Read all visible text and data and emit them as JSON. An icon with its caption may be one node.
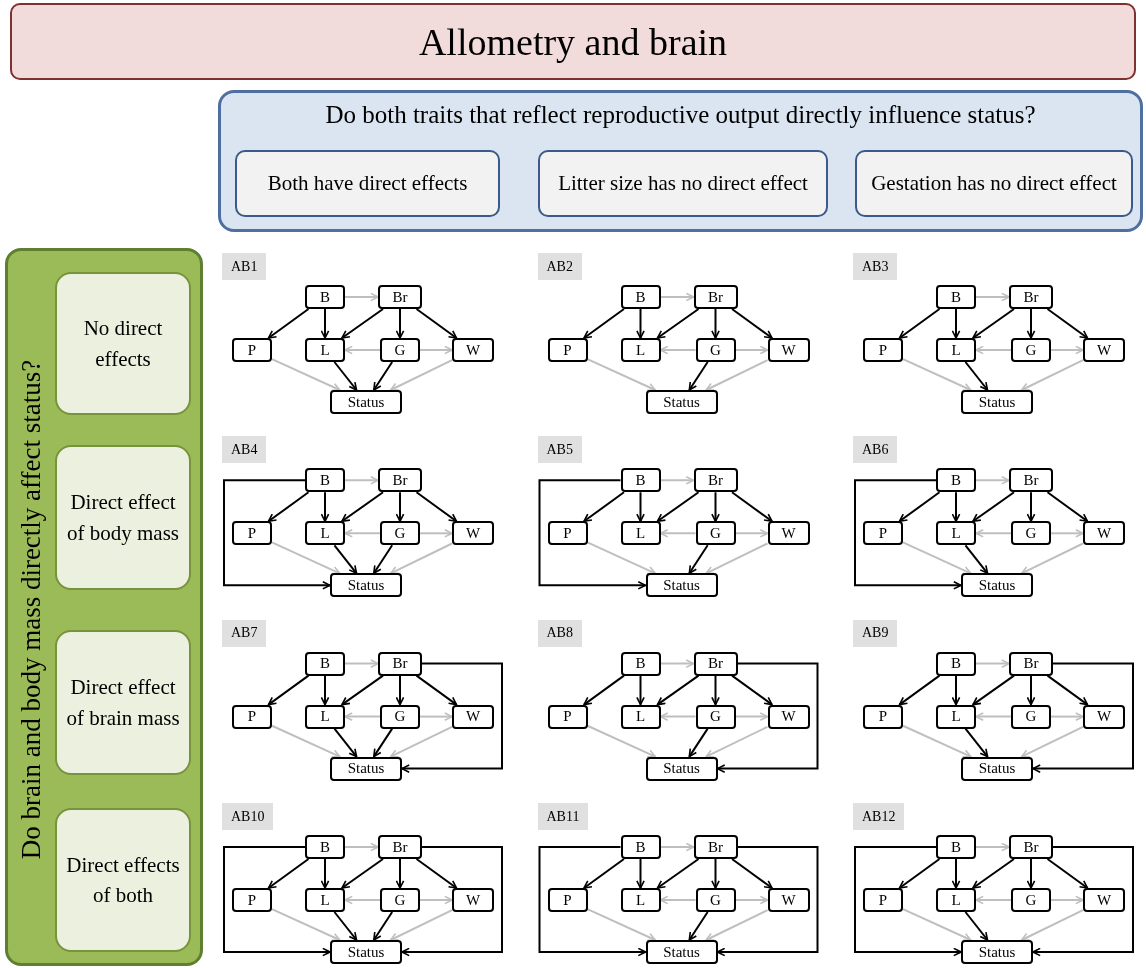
{
  "diagram": {
    "title": "Allometry and brain",
    "nodes": [
      {
        "text": [
          "Do both traits that reflect reproductive output directly influence status?"
        ]
      },
      {
        "text": [
          "Both have direct effects"
        ],
        "in": 0
      },
      {
        "text": [
          "Litter size has no direct effect"
        ],
        "in": 0
      },
      {
        "text": [
          "Gestation has no direct effect"
        ],
        "in": 0
      },
      {
        "text": [
          "Do brain and body mass directly affect status?"
        ]
      },
      {
        "text": [
          "No direct effects"
        ],
        "in": 4
      },
      {
        "text": [
          "Direct effect of body mass"
        ],
        "in": 4
      },
      {
        "text": [
          "Direct effect of brain mass"
        ],
        "in": 4
      },
      {
        "text": [
          "Direct effects of both"
        ],
        "in": 4
      },
      {
        "text": [
          "B"
        ]
      },
      {
        "text": [
          "Br"
        ]
      },
      {
        "text": [
          "P"
        ]
      },
      {
        "text": [
          "L"
        ]
      },
      {
        "text": [
          "G"
        ]
      },
      {
        "text": [
          "W"
        ]
      },
      {
        "text": [
          "Status"
        ]
      },
      {
        "text": [
          "B"
        ]
      },
      {
        "text": [
          "Br"
        ]
      },
      {
        "text": [
          "P"
        ]
      },
      {
        "text": [
          "L"
        ]
      },
      {
        "text": [
          "G"
        ]
      },
      {
        "text": [
          "W"
        ]
      },
      {
        "text": [
          "Status"
        ]
      },
      {
        "text": [
          "B"
        ]
      },
      {
        "text": [
          "Br"
        ]
      },
      {
        "text": [
          "P"
        ]
      },
      {
        "text": [
          "L"
        ]
      },
      {
        "text": [
          "G"
        ]
      },
      {
        "text": [
          "W"
        ]
      },
      {
        "text": [
          "Status"
        ]
      },
      {
        "text": [
          "B"
        ]
      },
      {
        "text": [
          "Br"
        ]
      },
      {
        "text": [
          "P"
        ]
      },
      {
        "text": [
          "L"
        ]
      },
      {
        "text": [
          "G"
        ]
      },
      {
        "text": [
          "W"
        ]
      },
      {
        "text": [
          "Status"
        ]
      },
      {
        "text": [
          "B"
        ]
      },
      {
        "text": [
          "Br"
        ]
      },
      {
        "text": [
          "P"
        ]
      },
      {
        "text": [
          "L"
        ]
      },
      {
        "text": [
          "G"
        ]
      },
      {
        "text": [
          "W"
        ]
      },
      {
        "text": [
          "Status"
        ]
      },
      {
        "text": [
          "B"
        ]
      },
      {
        "text": [
          "Br"
        ]
      },
      {
        "text": [
          "P"
        ]
      },
      {
        "text": [
          "L"
        ]
      },
      {
        "text": [
          "G"
        ]
      },
      {
        "text": [
          "W"
        ]
      },
      {
        "text": [
          "Status"
        ]
      },
      {
        "text": [
          "B"
        ]
      },
      {
        "text": [
          "Br"
        ]
      },
      {
        "text": [
          "P"
        ]
      },
      {
        "text": [
          "L"
        ]
      },
      {
        "text": [
          "G"
        ]
      },
      {
        "text": [
          "W"
        ]
      },
      {
        "text": [
          "Status"
        ]
      },
      {
        "text": [
          "B"
        ]
      },
      {
        "text": [
          "Br"
        ]
      },
      {
        "text": [
          "P"
        ]
      },
      {
        "text": [
          "L"
        ]
      },
      {
        "text": [
          "G"
        ]
      },
      {
        "text": [
          "W"
        ]
      },
      {
        "text": [
          "Status"
        ]
      },
      {
        "text": [
          "B"
        ]
      },
      {
        "text": [
          "Br"
        ]
      },
      {
        "text": [
          "P"
        ]
      },
      {
        "text": [
          "L"
        ]
      },
      {
        "text": [
          "G"
        ]
      },
      {
        "text": [
          "W"
        ]
      },
      {
        "text": [
          "Status"
        ]
      },
      {
        "text": [
          "B"
        ]
      },
      {
        "text": [
          "Br"
        ]
      },
      {
        "text": [
          "P"
        ]
      },
      {
        "text": [
          "L"
        ]
      },
      {
        "text": [
          "G"
        ]
      },
      {
        "text": [
          "W"
        ]
      },
      {
        "text": [
          "Status"
        ]
      },
      {
        "text": [
          "B"
        ]
      },
      {
        "text": [
          "Br"
        ]
      },
      {
        "text": [
          "P"
        ]
      },
      {
        "text": [
          "L"
        ]
      },
      {
        "text": [
          "G"
        ]
      },
      {
        "text": [
          "W"
        ]
      },
      {
        "text": [
          "Status"
        ]
      },
      {
        "text": [
          "B"
        ]
      },
      {
        "text": [
          "Br"
        ]
      },
      {
        "text": [
          "P"
        ]
      },
      {
        "text": [
          "L"
        ]
      },
      {
        "text": [
          "G"
        ]
      },
      {
        "text": [
          "W"
        ]
      },
      {
        "text": [
          "Status"
        ]
      }
    ],
    "edges": [
      {
        "from": 9,
        "to": 10,
        "arrow": "to",
        "color": "#bfbfbf"
      },
      {
        "from": 9,
        "to": 11,
        "arrow": "to"
      },
      {
        "from": 9,
        "to": 12,
        "arrow": "to"
      },
      {
        "from": 10,
        "to": 12,
        "arrow": "to"
      },
      {
        "from": 10,
        "to": 13,
        "arrow": "to"
      },
      {
        "from": 10,
        "to": 14,
        "arrow": "to"
      },
      {
        "from": 13,
        "to": 12,
        "arrow": "to",
        "color": "#bfbfbf"
      },
      {
        "from": 13,
        "to": 14,
        "arrow": "to",
        "color": "#bfbfbf"
      },
      {
        "from": 11,
        "to": 15,
        "arrow": "to",
        "color": "#bfbfbf"
      },
      {
        "from": 12,
        "to": 15,
        "arrow": "to"
      },
      {
        "from": 13,
        "to": 15,
        "arrow": "to"
      },
      {
        "from": 14,
        "to": 15,
        "arrow": "to",
        "color": "#bfbfbf"
      },
      {
        "from": 16,
        "to": 17,
        "arrow": "to",
        "color": "#bfbfbf"
      },
      {
        "from": 16,
        "to": 18,
        "arrow": "to"
      },
      {
        "from": 16,
        "to": 19,
        "arrow": "to"
      },
      {
        "from": 17,
        "to": 19,
        "arrow": "to"
      },
      {
        "from": 17,
        "to": 20,
        "arrow": "to"
      },
      {
        "from": 17,
        "to": 21,
        "arrow": "to"
      },
      {
        "from": 20,
        "to": 19,
        "arrow": "to",
        "color": "#bfbfbf"
      },
      {
        "from": 20,
        "to": 21,
        "arrow": "to",
        "color": "#bfbfbf"
      },
      {
        "from": 18,
        "to": 22,
        "arrow": "to",
        "color": "#bfbfbf"
      },
      {
        "from": 20,
        "to": 22,
        "arrow": "to"
      },
      {
        "from": 21,
        "to": 22,
        "arrow": "to",
        "color": "#bfbfbf"
      },
      {
        "from": 23,
        "to": 24,
        "arrow": "to",
        "color": "#bfbfbf"
      },
      {
        "from": 23,
        "to": 25,
        "arrow": "to"
      },
      {
        "from": 23,
        "to": 26,
        "arrow": "to"
      },
      {
        "from": 24,
        "to": 26,
        "arrow": "to"
      },
      {
        "from": 24,
        "to": 27,
        "arrow": "to"
      },
      {
        "from": 24,
        "to": 28,
        "arrow": "to"
      },
      {
        "from": 27,
        "to": 26,
        "arrow": "to",
        "color": "#bfbfbf"
      },
      {
        "from": 27,
        "to": 28,
        "arrow": "to",
        "color": "#bfbfbf"
      },
      {
        "from": 25,
        "to": 29,
        "arrow": "to",
        "color": "#bfbfbf"
      },
      {
        "from": 26,
        "to": 29,
        "arrow": "to"
      },
      {
        "from": 28,
        "to": 29,
        "arrow": "to",
        "color": "#bfbfbf"
      },
      {
        "from": 30,
        "to": 31,
        "arrow": "to",
        "color": "#bfbfbf"
      },
      {
        "from": 30,
        "to": 32,
        "arrow": "to"
      },
      {
        "from": 30,
        "to": 33,
        "arrow": "to"
      },
      {
        "from": 31,
        "to": 33,
        "arrow": "to"
      },
      {
        "from": 31,
        "to": 34,
        "arrow": "to"
      },
      {
        "from": 31,
        "to": 35,
        "arrow": "to"
      },
      {
        "from": 34,
        "to": 33,
        "arrow": "to",
        "color": "#bfbfbf"
      },
      {
        "from": 34,
        "to": 35,
        "arrow": "to",
        "color": "#bfbfbf"
      },
      {
        "from": 32,
        "to": 36,
        "arrow": "to",
        "color": "#bfbfbf"
      },
      {
        "from": 33,
        "to": 36,
        "arrow": "to"
      },
      {
        "from": 34,
        "to": 36,
        "arrow": "to"
      },
      {
        "from": 35,
        "to": 36,
        "arrow": "to",
        "color": "#bfbfbf"
      },
      {
        "from": 30,
        "to": 36,
        "arrow": "to"
      },
      {
        "from": 37,
        "to": 38,
        "arrow": "to",
        "color": "#bfbfbf"
      },
      {
        "from": 37,
        "to": 39,
        "arrow": "to"
      },
      {
        "from": 37,
        "to": 40,
        "arrow": "to"
      },
      {
        "from": 38,
        "to": 40,
        "arrow": "to"
      },
      {
        "from": 38,
        "to": 41,
        "arrow": "to"
      },
      {
        "from": 38,
        "to": 42,
        "arrow": "to"
      },
      {
        "from": 41,
        "to": 40,
        "arrow": "to",
        "color": "#bfbfbf"
      },
      {
        "from": 41,
        "to": 42,
        "arrow": "to",
        "color": "#bfbfbf"
      },
      {
        "from": 39,
        "to": 43,
        "arrow": "to",
        "color": "#bfbfbf"
      },
      {
        "from": 41,
        "to": 43,
        "arrow": "to"
      },
      {
        "from": 42,
        "to": 43,
        "arrow": "to",
        "color": "#bfbfbf"
      },
      {
        "from": 37,
        "to": 43,
        "arrow": "to"
      },
      {
        "from": 44,
        "to": 45,
        "arrow": "to",
        "color": "#bfbfbf"
      },
      {
        "from": 44,
        "to": 46,
        "arrow": "to"
      },
      {
        "from": 44,
        "to": 47,
        "arrow": "to"
      },
      {
        "from": 45,
        "to": 47,
        "arrow": "to"
      },
      {
        "from": 45,
        "to": 48,
        "arrow": "to"
      },
      {
        "from": 45,
        "to": 49,
        "arrow": "to"
      },
      {
        "from": 48,
        "to": 47,
        "arrow": "to",
        "color": "#bfbfbf"
      },
      {
        "from": 48,
        "to": 49,
        "arrow": "to",
        "color": "#bfbfbf"
      },
      {
        "from": 46,
        "to": 50,
        "arrow": "to",
        "color": "#bfbfbf"
      },
      {
        "from": 47,
        "to": 50,
        "arrow": "to"
      },
      {
        "from": 49,
        "to": 50,
        "arrow": "to",
        "color": "#bfbfbf"
      },
      {
        "from": 44,
        "to": 50,
        "arrow": "to"
      },
      {
        "from": 51,
        "to": 52,
        "arrow": "to",
        "color": "#bfbfbf"
      },
      {
        "from": 51,
        "to": 53,
        "arrow": "to"
      },
      {
        "from": 51,
        "to": 54,
        "arrow": "to"
      },
      {
        "from": 52,
        "to": 54,
        "arrow": "to"
      },
      {
        "from": 52,
        "to": 55,
        "arrow": "to"
      },
      {
        "from": 52,
        "to": 56,
        "arrow": "to"
      },
      {
        "from": 55,
        "to": 54,
        "arrow": "to",
        "color": "#bfbfbf"
      },
      {
        "from": 55,
        "to": 56,
        "arrow": "to",
        "color": "#bfbfbf"
      },
      {
        "from": 53,
        "to": 57,
        "arrow": "to",
        "color": "#bfbfbf"
      },
      {
        "from": 54,
        "to": 57,
        "arrow": "to"
      },
      {
        "from": 55,
        "to": 57,
        "arrow": "to"
      },
      {
        "from": 56,
        "to": 57,
        "arrow": "to",
        "color": "#bfbfbf"
      },
      {
        "from": 52,
        "to": 57,
        "arrow": "to"
      },
      {
        "from": 58,
        "to": 59,
        "arrow": "to",
        "color": "#bfbfbf"
      },
      {
        "from": 58,
        "to": 60,
        "arrow": "to"
      },
      {
        "from": 58,
        "to": 61,
        "arrow": "to"
      },
      {
        "from": 59,
        "to": 61,
        "arrow": "to"
      },
      {
        "from": 59,
        "to": 62,
        "arrow": "to"
      },
      {
        "from": 59,
        "to": 63,
        "arrow": "to"
      },
      {
        "from": 62,
        "to": 61,
        "arrow": "to",
        "color": "#bfbfbf"
      },
      {
        "from": 62,
        "to": 63,
        "arrow": "to",
        "color": "#bfbfbf"
      },
      {
        "from": 60,
        "to": 64,
        "arrow": "to",
        "color": "#bfbfbf"
      },
      {
        "from": 62,
        "to": 64,
        "arrow": "to"
      },
      {
        "from": 63,
        "to": 64,
        "arrow": "to",
        "color": "#bfbfbf"
      },
      {
        "from": 59,
        "to": 64,
        "arrow": "to"
      },
      {
        "from": 65,
        "to": 66,
        "arrow": "to",
        "color": "#bfbfbf"
      },
      {
        "from": 65,
        "to": 67,
        "arrow": "to"
      },
      {
        "from": 65,
        "to": 68,
        "arrow": "to"
      },
      {
        "from": 66,
        "to": 68,
        "arrow": "to"
      },
      {
        "from": 66,
        "to": 69,
        "arrow": "to"
      },
      {
        "from": 66,
        "to": 70,
        "arrow": "to"
      },
      {
        "from": 69,
        "to": 68,
        "arrow": "to",
        "color": "#bfbfbf"
      },
      {
        "from": 69,
        "to": 70,
        "arrow": "to",
        "color": "#bfbfbf"
      },
      {
        "from": 67,
        "to": 71,
        "arrow": "to",
        "color": "#bfbfbf"
      },
      {
        "from": 68,
        "to": 71,
        "arrow": "to"
      },
      {
        "from": 70,
        "to": 71,
        "arrow": "to",
        "color": "#bfbfbf"
      },
      {
        "from": 66,
        "to": 71,
        "arrow": "to"
      },
      {
        "from": 72,
        "to": 73,
        "arrow": "to",
        "color": "#bfbfbf"
      },
      {
        "from": 72,
        "to": 74,
        "arrow": "to"
      },
      {
        "from": 72,
        "to": 75,
        "arrow": "to"
      },
      {
        "from": 73,
        "to": 75,
        "arrow": "to"
      },
      {
        "from": 73,
        "to": 76,
        "arrow": "to"
      },
      {
        "from": 73,
        "to": 77,
        "arrow": "to"
      },
      {
        "from": 76,
        "to": 75,
        "arrow": "to",
        "color": "#bfbfbf"
      },
      {
        "from": 76,
        "to": 77,
        "arrow": "to",
        "color": "#bfbfbf"
      },
      {
        "from": 74,
        "to": 78,
        "arrow": "to",
        "color": "#bfbfbf"
      },
      {
        "from": 75,
        "to": 78,
        "arrow": "to"
      },
      {
        "from": 76,
        "to": 78,
        "arrow": "to"
      },
      {
        "from": 77,
        "to": 78,
        "arrow": "to",
        "color": "#bfbfbf"
      },
      {
        "from": 72,
        "to": 78,
        "arrow": "to"
      },
      {
        "from": 73,
        "to": 78,
        "arrow": "to"
      },
      {
        "from": 79,
        "to": 80,
        "arrow": "to",
        "color": "#bfbfbf"
      },
      {
        "from": 79,
        "to": 81,
        "arrow": "to"
      },
      {
        "from": 79,
        "to": 82,
        "arrow": "to"
      },
      {
        "from": 80,
        "to": 82,
        "arrow": "to"
      },
      {
        "from": 80,
        "to": 83,
        "arrow": "to"
      },
      {
        "from": 80,
        "to": 84,
        "arrow": "to"
      },
      {
        "from": 83,
        "to": 82,
        "arrow": "to",
        "color": "#bfbfbf"
      },
      {
        "from": 83,
        "to": 84,
        "arrow": "to",
        "color": "#bfbfbf"
      },
      {
        "from": 81,
        "to": 85,
        "arrow": "to",
        "color": "#bfbfbf"
      },
      {
        "from": 83,
        "to": 85,
        "arrow": "to"
      },
      {
        "from": 84,
        "to": 85,
        "arrow": "to",
        "color": "#bfbfbf"
      },
      {
        "from": 79,
        "to": 85,
        "arrow": "to"
      },
      {
        "from": 80,
        "to": 85,
        "arrow": "to"
      },
      {
        "from": 86,
        "to": 87,
        "arrow": "to",
        "color": "#bfbfbf"
      },
      {
        "from": 86,
        "to": 88,
        "arrow": "to"
      },
      {
        "from": 86,
        "to": 89,
        "arrow": "to"
      },
      {
        "from": 87,
        "to": 89,
        "arrow": "to"
      },
      {
        "from": 87,
        "to": 90,
        "arrow": "to"
      },
      {
        "from": 87,
        "to": 91,
        "arrow": "to"
      },
      {
        "from": 90,
        "to": 89,
        "arrow": "to",
        "color": "#bfbfbf"
      },
      {
        "from": 90,
        "to": 91,
        "arrow": "to",
        "color": "#bfbfbf"
      },
      {
        "from": 88,
        "to": 92,
        "arrow": "to",
        "color": "#bfbfbf"
      },
      {
        "from": 89,
        "to": 92,
        "arrow": "to"
      },
      {
        "from": 91,
        "to": 92,
        "arrow": "to",
        "color": "#bfbfbf"
      },
      {
        "from": 86,
        "to": 92,
        "arrow": "to"
      },
      {
        "from": 87,
        "to": 92,
        "arrow": "to"
      }
    ],
    "labels": [
      "AB1",
      "AB2",
      "AB3",
      "AB4",
      "AB5",
      "AB6",
      "AB7",
      "AB8",
      "AB9",
      "AB10",
      "AB11",
      "AB12"
    ]
  }
}
